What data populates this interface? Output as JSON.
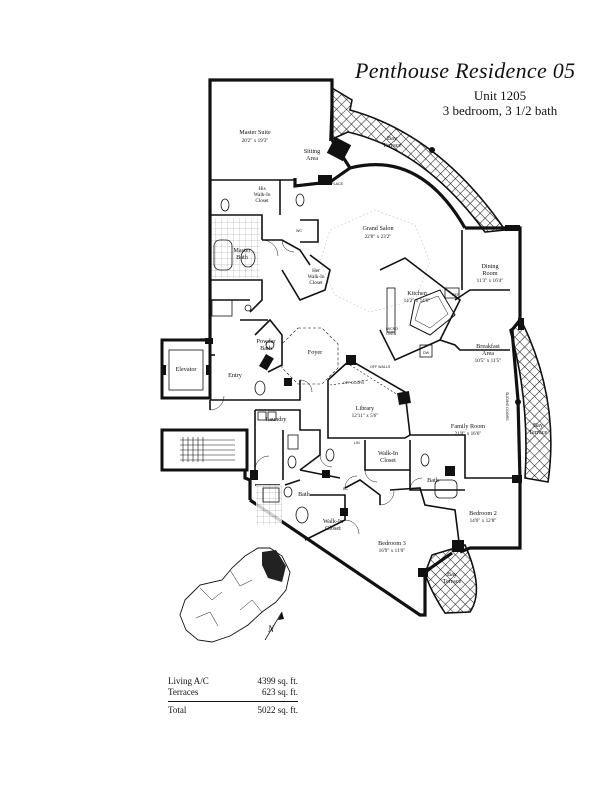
{
  "header": {
    "title": "Penthouse Residence 05",
    "unit": "Unit 1205",
    "config": "3 bedroom, 3 1/2 bath"
  },
  "rooms": {
    "master_suite": {
      "label": "Master Suite",
      "dim": "20'2\" x 19'3\""
    },
    "sitting_area": {
      "label1": "Sitting",
      "label2": "Area"
    },
    "his_walkin": {
      "label1": "His",
      "label2": "Walk-In",
      "label3": "Closet"
    },
    "master_bath": {
      "label1": "Master",
      "label2": "Bath"
    },
    "her_walkin": {
      "label1": "Her",
      "label2": "Walk-In",
      "label3": "Closet"
    },
    "grand_salon": {
      "label": "Grand Salon",
      "dim": "22'8\" x 23'2\""
    },
    "fireplace": "FIREPLACE",
    "bay_terrace_top": {
      "label1": "Bay",
      "label2": "Terrace"
    },
    "dining_room": {
      "label1": "Dining",
      "label2": "Room",
      "dim": "11'3\" x 16'4\""
    },
    "kitchen": {
      "label": "Kitchen",
      "dim": "14'2\" x 14'6\""
    },
    "breakfast_area": {
      "label1": "Breakfast",
      "label2": "Area",
      "dim": "10'5\" x 11'5\""
    },
    "powder_bath": {
      "label1": "Powder",
      "label2": "Bath"
    },
    "foyer": "Foyer",
    "elevator": "Elevator",
    "entry": "Entry",
    "library": {
      "label": "Library",
      "dim": "12'11\" x 5'6\""
    },
    "family_room": {
      "label": "Family Room",
      "dim": "21'0\" x 16'6\""
    },
    "bay_terrace_right": {
      "label1": "Bay",
      "label2": "Terrace"
    },
    "laundry": "Laundry",
    "walkin_closet_mid": {
      "label1": "Walk-In",
      "label2": "Closet"
    },
    "bath_mid": "Bath",
    "bath_left": "Bath",
    "bedroom2": {
      "label": "Bedroom 2",
      "dim": "14'6\" x 12'8\""
    },
    "walkin_closet_low": {
      "label1": "Walk-In",
      "label2": "Closet"
    },
    "bedroom3": {
      "label": "Bedroom 3",
      "dim": "16'9\" x 11'0\""
    },
    "bay_terrace_bottom": {
      "label1": "Bay",
      "label2": "Terrace"
    }
  },
  "small_labels": {
    "ref": "REF",
    "dw": "DW",
    "micro": "MICRO",
    "oven": "OVEN",
    "wc": "WC",
    "lin": "LIN",
    "off_doors": "OFF DOORS",
    "off_walls": "OFF WALLS",
    "slider_doors": "SLIDING DOORS",
    "bc": "BC"
  },
  "compass": "N",
  "area_table": {
    "living_label": "Living A/C",
    "living_value": "4399 sq. ft.",
    "terraces_label": "Terraces",
    "terraces_value": "623 sq. ft.",
    "total_label": "Total",
    "total_value": "5022 sq. ft."
  }
}
